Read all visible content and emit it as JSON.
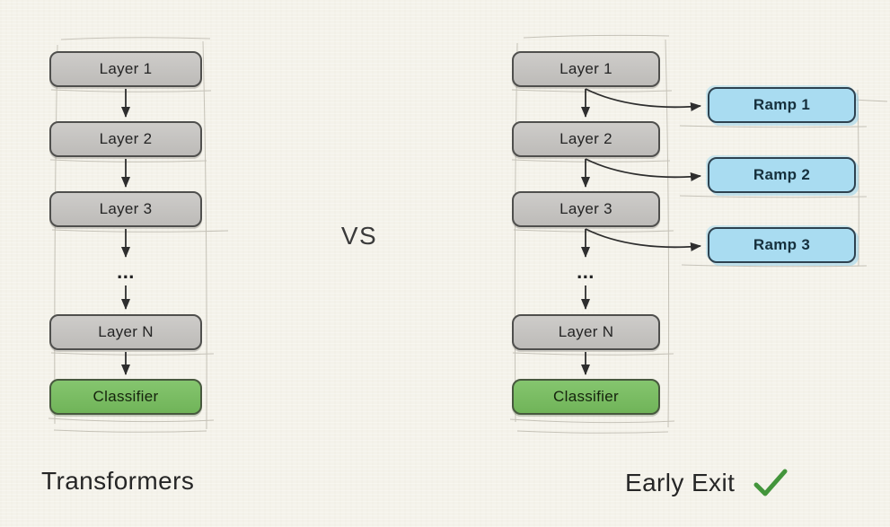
{
  "left_diagram": {
    "caption": "Transformers",
    "layers": [
      "Layer 1",
      "Layer 2",
      "Layer 3"
    ],
    "ellipsis": "...",
    "final_layer": "Layer N",
    "classifier": "Classifier"
  },
  "vs_label": "VS",
  "right_diagram": {
    "caption": "Early Exit",
    "layers": [
      "Layer 1",
      "Layer 2",
      "Layer 3"
    ],
    "ellipsis": "...",
    "final_layer": "Layer N",
    "classifier": "Classifier",
    "ramps": [
      "Ramp 1",
      "Ramp 2",
      "Ramp 3"
    ]
  },
  "icons": {
    "checkmark": "green-checkmark"
  },
  "colors": {
    "background": "#f4f2ea",
    "layer_fill": "#c7c5c2",
    "layer_border": "#4f4f4d",
    "classifier_fill": "#77bf5e",
    "classifier_border": "#47583e",
    "ramp_fill": "#a9dcf1",
    "ramp_border": "#2e4250",
    "arrow": "#2e2e2e",
    "sketch_line": "#a09c8f",
    "checkmark": "#43953b"
  }
}
